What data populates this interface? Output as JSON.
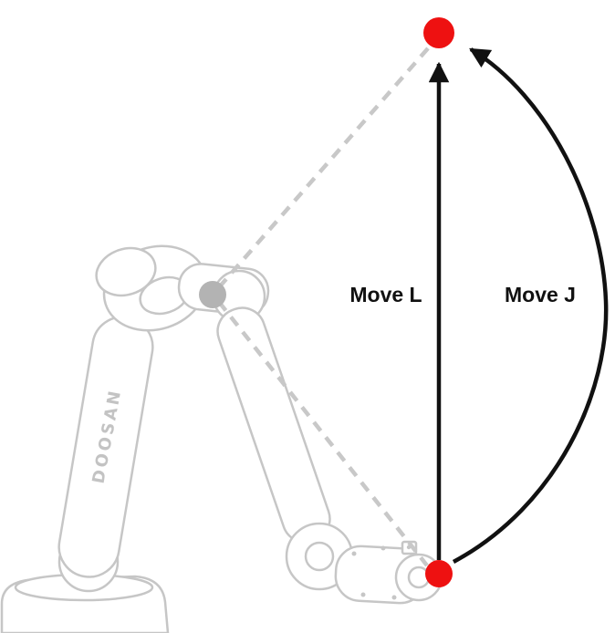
{
  "diagram": {
    "labels": {
      "move_l": "Move L",
      "move_j": "Move J"
    },
    "robot": {
      "brand": "DOOSAN"
    },
    "colors": {
      "waypoint_red": "#ee1111",
      "elbow_gray": "#b3b3b3",
      "path_black": "#111111",
      "dashed_gray": "#c8c8c8",
      "robot_outline": "#c6c6c6"
    }
  }
}
